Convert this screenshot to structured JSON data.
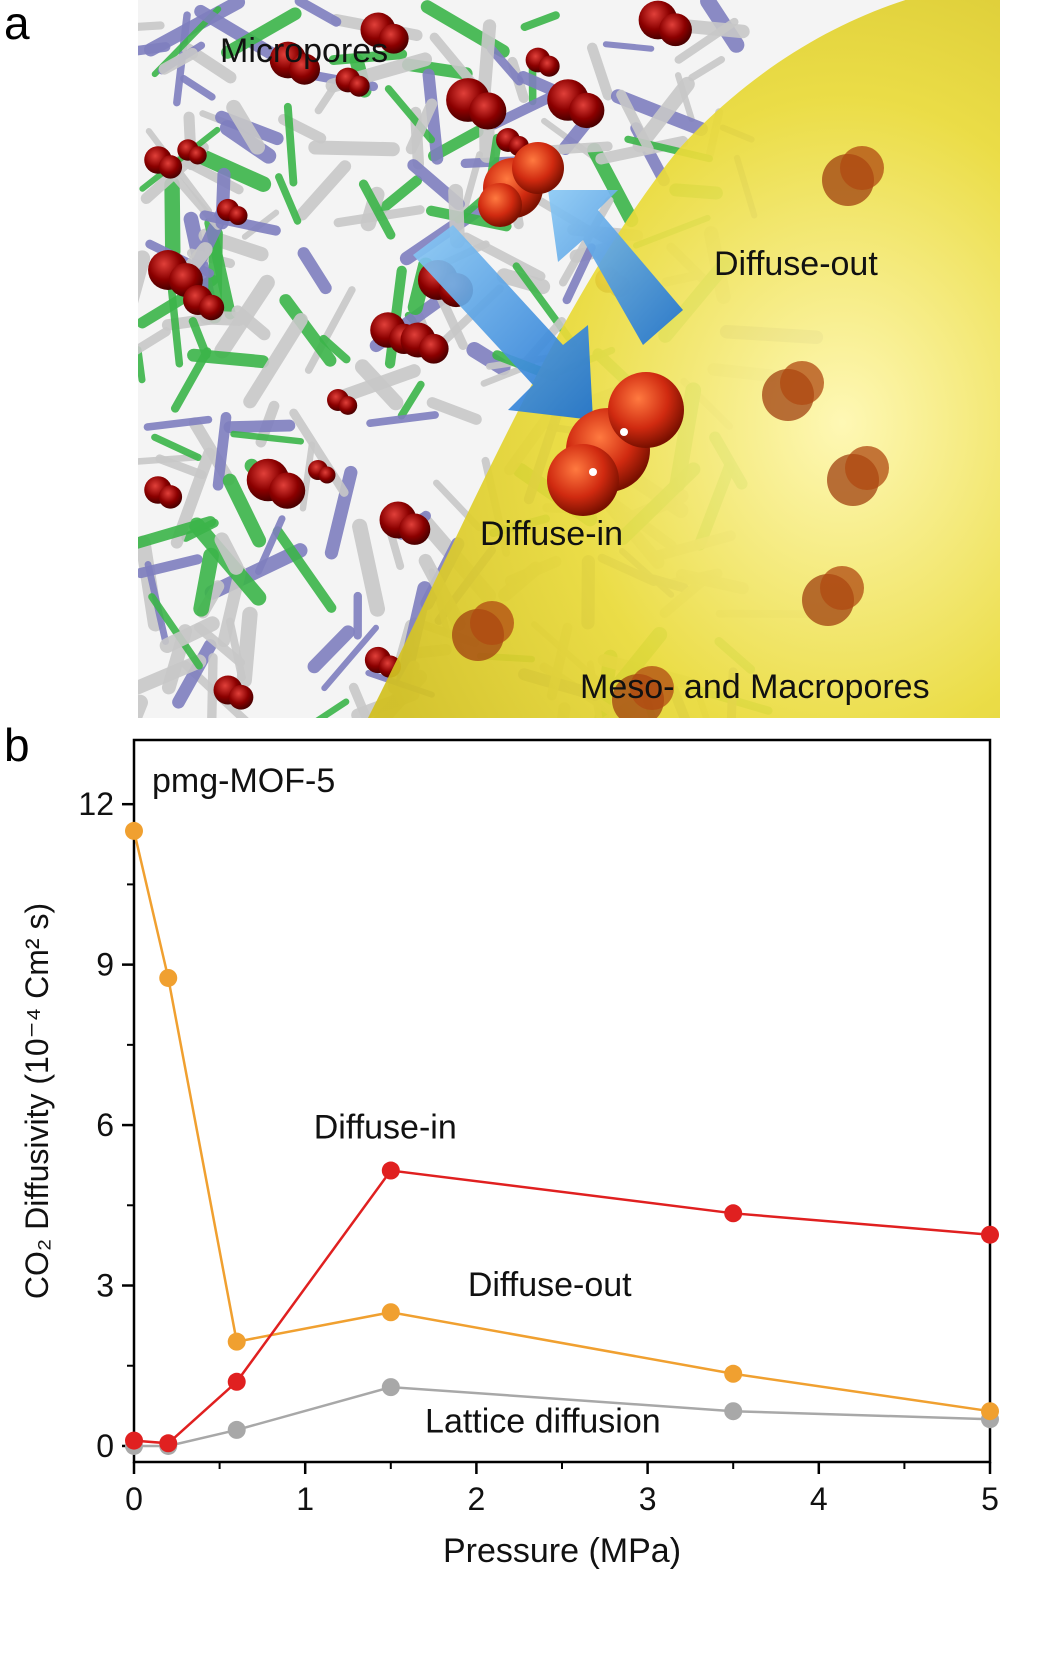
{
  "figure": {
    "panel_a_letter": "a",
    "panel_b_letter": "b"
  },
  "illustration": {
    "label_micropores": "Micropores",
    "label_diffuse_out": "Diffuse-out",
    "label_diffuse_in": "Diffuse-in",
    "label_meso_macro": "Meso- and Macropores",
    "colors": {
      "framework_gray": "#c8c8c8",
      "framework_green": "#3cb54a",
      "framework_purple": "#7f7fbf",
      "co2_red": "#8b0000",
      "pore_yellow": "#e8d630",
      "arrow_blue": "#2a8be0"
    }
  },
  "chart_data": {
    "type": "line",
    "inset_label": "pmg-MOF-5",
    "xlabel": "Pressure (MPa)",
    "ylabel": "CO₂ Diffusivity (10⁻⁴ Cm² s)",
    "xlim": [
      0,
      5
    ],
    "ylim": [
      -0.3,
      13.2
    ],
    "xticks": [
      0,
      1,
      2,
      3,
      4,
      5
    ],
    "yticks": [
      0,
      3,
      6,
      9,
      12
    ],
    "grid": false,
    "series": [
      {
        "name": "Diffuse-out",
        "color": "#f0a030",
        "x": [
          0,
          0.2,
          0.6,
          1.5,
          3.5,
          5
        ],
        "y": [
          11.5,
          8.75,
          1.95,
          2.5,
          1.35,
          0.65
        ]
      },
      {
        "name": "Diffuse-in",
        "color": "#e02020",
        "x": [
          0,
          0.2,
          0.6,
          1.5,
          3.5,
          5
        ],
        "y": [
          0.1,
          0.05,
          1.2,
          5.15,
          4.35,
          3.95
        ]
      },
      {
        "name": "Lattice diffusion",
        "color": "#a8a8a8",
        "x": [
          0,
          0.2,
          0.6,
          1.5,
          3.5,
          5
        ],
        "y": [
          0.0,
          0.0,
          0.3,
          1.1,
          0.65,
          0.5
        ]
      }
    ],
    "annotations": [
      {
        "text": "Diffuse-in",
        "x": 1.05,
        "y": 5.75
      },
      {
        "text": "Diffuse-out",
        "x": 1.95,
        "y": 2.8
      },
      {
        "text": "Lattice diffusion",
        "x": 1.7,
        "y": 0.25
      }
    ]
  }
}
